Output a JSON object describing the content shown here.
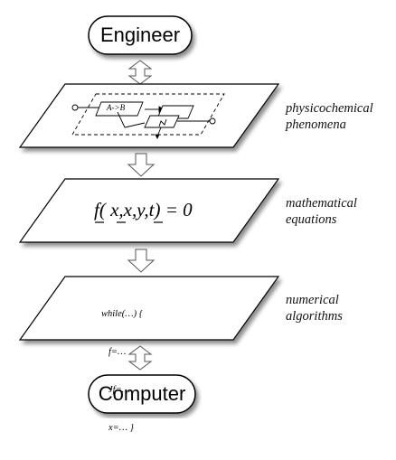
{
  "top_node": {
    "label": "Engineer"
  },
  "bottom_node": {
    "label": "Computer"
  },
  "layers": [
    {
      "id": "physico",
      "caption_line1": "physicochemical",
      "caption_line2": "phenomena",
      "inner_label": "A->B"
    },
    {
      "id": "math",
      "caption_line1": "mathematical",
      "caption_line2": "equations",
      "equation": "f( x,x,y,t) = 0"
    },
    {
      "id": "numeric",
      "caption_line1": "numerical",
      "caption_line2": "algorithms",
      "code_lines": [
        "while(…) {",
        "f=…",
        "Jf=…",
        "x=… }"
      ]
    }
  ]
}
